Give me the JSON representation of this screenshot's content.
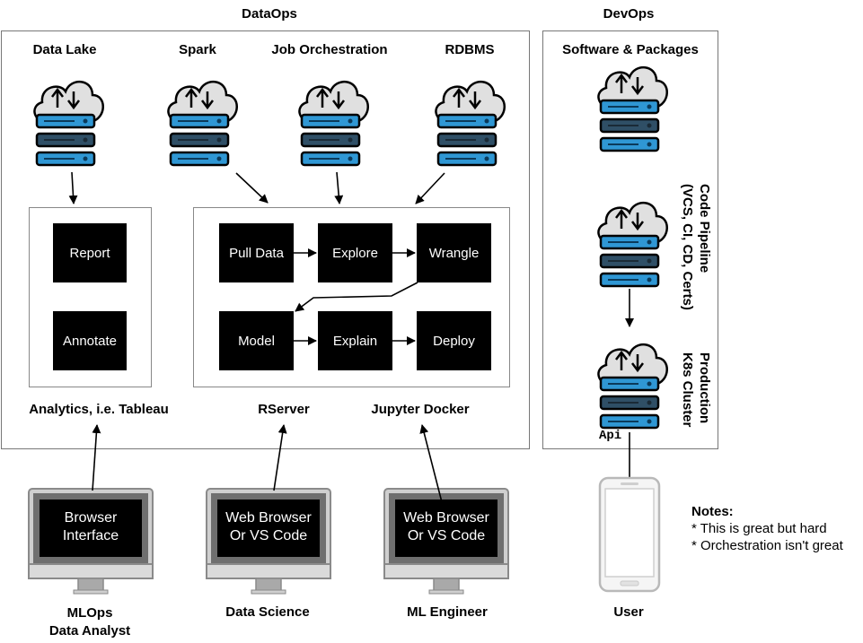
{
  "dataops": {
    "title": "DataOps",
    "sources": [
      "Data Lake",
      "Spark",
      "Job Orchestration",
      "RDBMS"
    ],
    "analytics": {
      "blocks": [
        "Report",
        "Annotate"
      ],
      "label": "Analytics, i.e. Tableau"
    },
    "pipeline": {
      "steps": [
        "Pull Data",
        "Explore",
        "Wrangle",
        "Model",
        "Explain",
        "Deploy"
      ]
    },
    "env_labels": [
      "RServer",
      "Jupyter Docker"
    ]
  },
  "devops": {
    "title": "DevOps",
    "software_label": "Software & Packages",
    "code_pipeline_label": "Code Pipeline\n(VCS, CI, CD, Certs)",
    "production_label": "Production\nK8s Cluster",
    "api_label": "Api"
  },
  "clients": [
    {
      "screen": "Browser\nInterface",
      "role": "MLOps\nData Analyst"
    },
    {
      "screen": "Web Browser\nOr VS Code",
      "role": "Data Science"
    },
    {
      "screen": "Web Browser\nOr VS Code",
      "role": "ML Engineer"
    }
  ],
  "user": {
    "label": "User"
  },
  "notes": {
    "title": "Notes:",
    "items": [
      "* This is great but hard",
      "* Orchestration isn't great"
    ]
  },
  "colors": {
    "server_blue": "#2f97d4",
    "server_dark": "#2f4f66",
    "cloud": "#e0e0e0"
  },
  "icons": [
    "cloud-server-icon",
    "desktop-monitor-icon",
    "smartphone-icon"
  ]
}
